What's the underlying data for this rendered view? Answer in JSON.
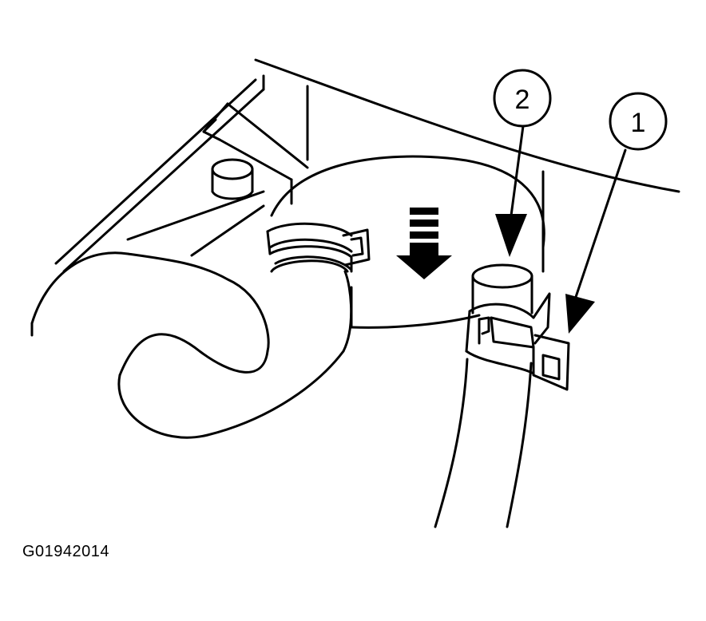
{
  "figure": {
    "id": "G01942014",
    "callouts": [
      {
        "number": "1"
      },
      {
        "number": "2"
      }
    ]
  },
  "colors": {
    "line": "#000000",
    "background": "#ffffff"
  }
}
